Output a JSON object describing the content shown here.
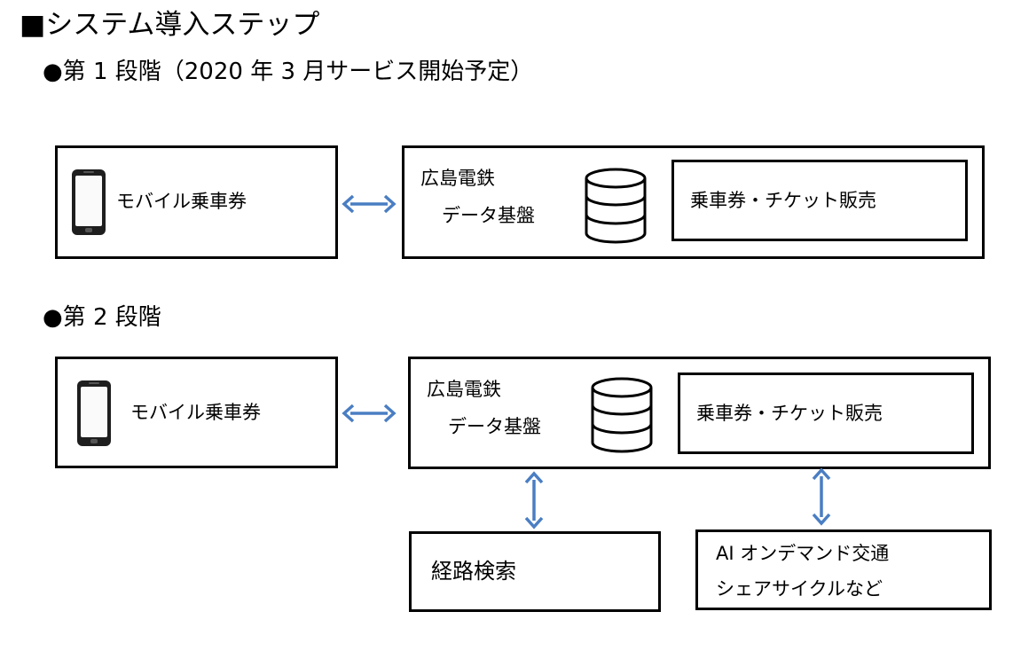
{
  "heading": "■システム導入ステップ",
  "stages": [
    {
      "label": "●第 1 段階（2020 年 3 月サービス開始予定）",
      "mobile": "モバイル乗車券",
      "platform_line1": "広島電鉄",
      "platform_line2": "データ基盤",
      "sales": "乗車券・チケット販売"
    },
    {
      "label": "●第 2 段階",
      "mobile": "モバイル乗車券",
      "platform_line1": "広島電鉄",
      "platform_line2": "データ基盤",
      "sales": "乗車券・チケット販売",
      "route": "経路検索",
      "ai_line1": "AI オンデマンド交通",
      "ai_line2": "シェアサイクルなど"
    }
  ],
  "icons": [
    "smartphone-icon",
    "database-icon",
    "double-arrow-icon"
  ],
  "colors": {
    "arrow": "#4a7ec3",
    "border": "#000000"
  }
}
